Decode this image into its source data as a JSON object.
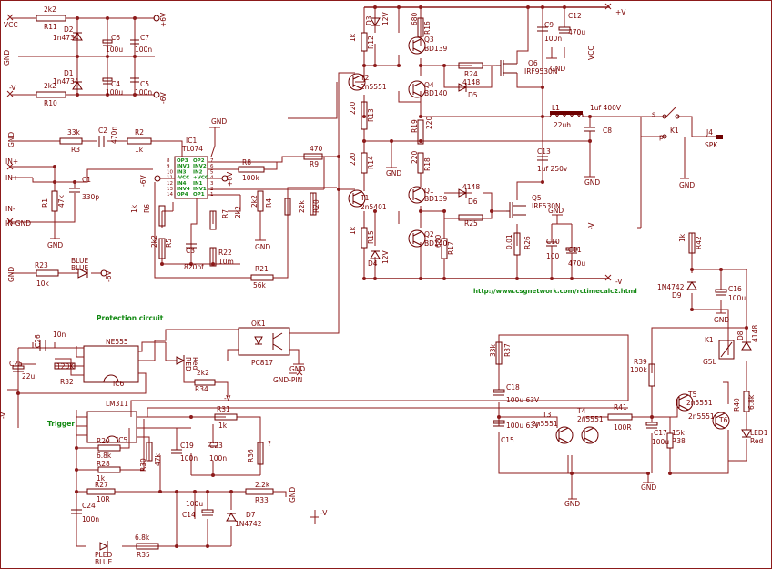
{
  "supply": {
    "vcc": "VCC",
    "neg": "-V",
    "gnd": "GND",
    "p6v": "+6V",
    "n6v": "-6V",
    "r11": "R11",
    "r11v": "2k2",
    "r10": "R10",
    "r10v": "2k2",
    "d2": "D2",
    "d2v": "1n4734",
    "d1": "D1",
    "d1v": "1n4734",
    "c6": "C6",
    "c6v": "100u",
    "c7": "C7",
    "c7v": "100n",
    "c4": "C4",
    "c4v": "100u",
    "c5": "C5",
    "c5v": "100n"
  },
  "input": {
    "inp": "IN+",
    "inp2": "IN+",
    "inm": "IN-",
    "inm2": "IN-GND",
    "r3": "R3",
    "r3v": "33k",
    "c2": "C2",
    "c2v": "470n",
    "r2": "R2",
    "r2v": "1k",
    "c1": "C1",
    "c1v": "330p",
    "r1": "R1",
    "r1v": "47k",
    "r23": "R23",
    "r23v": "10k",
    "blue": "BLUE",
    "blue2": "BLUE",
    "n6v": "-6V",
    "gnd": "GND",
    "gnd2": "GND"
  },
  "ic1": {
    "name": "IC1",
    "part": "TL074",
    "pins_left": [
      "OP3",
      "INV3",
      "IN3",
      "-VCC",
      "IN4",
      "INV4",
      "OP4"
    ],
    "pins_right": [
      "OP2",
      "INV2",
      "IN2",
      "+VCC",
      "IN1",
      "INV1",
      "OP1"
    ],
    "pin_nums_left": [
      "8",
      "9",
      "10",
      "11",
      "12",
      "13",
      "14"
    ],
    "pin_nums_right": [
      "7",
      "6",
      "5",
      "4",
      "3",
      "2",
      "1"
    ],
    "n6v": "-6V",
    "p6v": "+6V",
    "r9": "R9",
    "r9v": "470",
    "r8": "R8",
    "r8v": "100k",
    "r6": "R6",
    "r6v": "1k",
    "r5": "R5",
    "r5v": "2k2",
    "c3": "C3",
    "c3v": "820pf",
    "r7": "R7",
    "r7v": "2k2",
    "r22": "R22",
    "r22v": "10m",
    "r4": "R4",
    "r4v": "2k2",
    "r20": "R20",
    "r20v": "22k",
    "r21": "R21",
    "r21v": "56k",
    "gnd": "GND",
    "gnd2": "GND"
  },
  "output": {
    "t2": "T2",
    "t2v": "2n5551",
    "t1": "T1",
    "t1v": "2n5401",
    "r12": "R12",
    "r12v": "1k",
    "d3": "D3",
    "d3v": "12V",
    "r13": "R13",
    "r13v": "220",
    "r14": "R14",
    "r14v": "220",
    "r15": "R15",
    "r15v": "1k",
    "d4": "D4",
    "d4v": "12V",
    "r16": "R16",
    "r16v": "680",
    "q3": "Q3",
    "q3v": "BD139",
    "q4": "Q4",
    "q4v": "BD140",
    "r24": "R24",
    "d5": "D5",
    "d5v": "4148",
    "q6": "Q6",
    "q6v": "IRF9530N",
    "r19": "R19",
    "r19v": "220",
    "r18": "R18",
    "r18v": "220",
    "q1": "Q1",
    "q1v": "BD139",
    "d6": "D6",
    "d6v": "4148",
    "r25": "R25",
    "q2": "Q2",
    "q2v": "BD140",
    "r17": "R17",
    "r17v": "680",
    "q5": "Q5",
    "q5v": "IRF530N",
    "r26": "R26",
    "r26v": "0.01",
    "c9": "C9",
    "c9v": "100n",
    "c12": "C12",
    "c12v": "470u",
    "pv": "+V",
    "gnd": "GND",
    "vcc": "VCC",
    "c10": "C10",
    "c10v": "100",
    "c11": "C11",
    "c11v": "470u",
    "nv": "-V",
    "nv2": "-V",
    "l1": "L1",
    "l1v": "22uh",
    "c8": "C8",
    "c8v": "1uf 400V",
    "c13": "C13",
    "c13v": "1uf 250v",
    "gnd2": "GND",
    "gnd3": "GND",
    "gnd4": "GND",
    "s": "s",
    "k1": "K1",
    "p": "p",
    "j4": "J4",
    "spk": "SPK",
    "gnd5": "GND"
  },
  "url": "http://www.csgnetwork.com/rctimecalc2.html",
  "protection": {
    "title": "Protection circuit",
    "ic6": "IC6",
    "ic6name": "NE555",
    "c26": "C26",
    "c26v": "10n",
    "c25": "C25",
    "c25v": "22u",
    "r32": "R32",
    "r32v": "120K",
    "ok1": "OK1",
    "ok1v": "PC817",
    "red": "RED",
    "red2": "Red",
    "r34": "R34",
    "r34v": "2k2",
    "gndpin": "GND-PIN",
    "gnd": "GND",
    "neg": "-V",
    "neg2": "-V",
    "trigger": "Trigger",
    "ic5": "IC5",
    "ic5name": "LM311",
    "r29": "R29",
    "r29v": "6.8k",
    "r28": "R28",
    "r28v": "1k",
    "r30": "R30",
    "r30v": "47k",
    "c19": "C19",
    "c19v": "100n",
    "c23": "C23",
    "c23v": "100n",
    "r31": "R31",
    "r31v": "1k",
    "r36": "R36",
    "r36v": "?",
    "r27": "R27",
    "r27v": "10R",
    "r33": "R33",
    "r33v": "2.2k",
    "gnd2": "GND",
    "c24": "C24",
    "c24v": "100n",
    "c14": "C14",
    "c14v": "100u",
    "d7": "D7",
    "d7v": "1N4742",
    "pled": "PLED",
    "blue": "BLUE",
    "r35": "R35",
    "r35v": "6.8k"
  },
  "timer": {
    "r37": "R37",
    "r37v": "33k",
    "c18": "C18",
    "c18v": "100u 63V",
    "c15": "C15",
    "c15v": "100u 63V",
    "t3": "T3",
    "t3v": "2n5551",
    "t4": "T4",
    "t4v": "2n5551",
    "r41": "R41",
    "r41v": "100R",
    "gnd": "GND",
    "r39": "R39",
    "r39v": "100k",
    "c17": "C17",
    "c17v": "100u",
    "r38": "R38",
    "r38v": "15k",
    "gnd2": "GND",
    "t5": "T5",
    "t5v": "2n5551",
    "t6": "T6",
    "t6v": "2n5551",
    "r42": "R42",
    "r42v": "1k",
    "d9": "D9",
    "d9v": "1N4742",
    "c16": "C16",
    "c16v": "100u",
    "gnd3": "GND",
    "k1": "K1",
    "k1v": "G5L",
    "d8": "D8",
    "d8v": "4148",
    "r40": "R40",
    "r40v": "6.8k",
    "led1": "LED1",
    "led1v": "Red"
  }
}
